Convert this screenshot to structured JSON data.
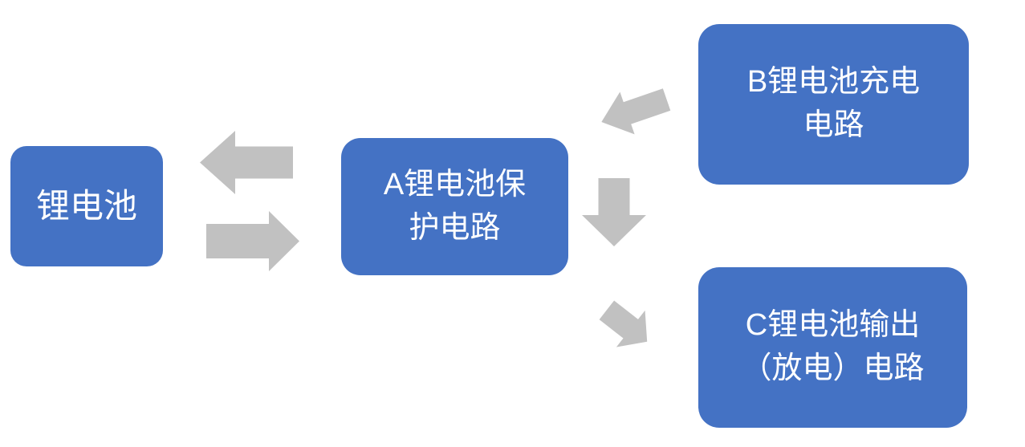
{
  "diagram": {
    "colors": {
      "node_fill": "#4472C4",
      "node_text": "#FFFFFF",
      "arrow": "#C1C1C1",
      "background": "#FFFFFF"
    },
    "nodes": [
      {
        "id": "lithium-battery",
        "label": "锂电池"
      },
      {
        "id": "protection-circuit",
        "label": "A锂电池保\n护电路"
      },
      {
        "id": "charging-circuit",
        "label": "B锂电池充电\n电路"
      },
      {
        "id": "output-circuit",
        "label": "C锂电池输出\n（放电）电路"
      }
    ],
    "arrows": [
      {
        "id": "protection-to-battery",
        "direction": "left"
      },
      {
        "id": "battery-to-protection",
        "direction": "right"
      },
      {
        "id": "charging-to-protection",
        "direction": "down-left"
      },
      {
        "id": "protection-down",
        "direction": "down"
      },
      {
        "id": "protection-to-output",
        "direction": "down-right"
      }
    ]
  }
}
